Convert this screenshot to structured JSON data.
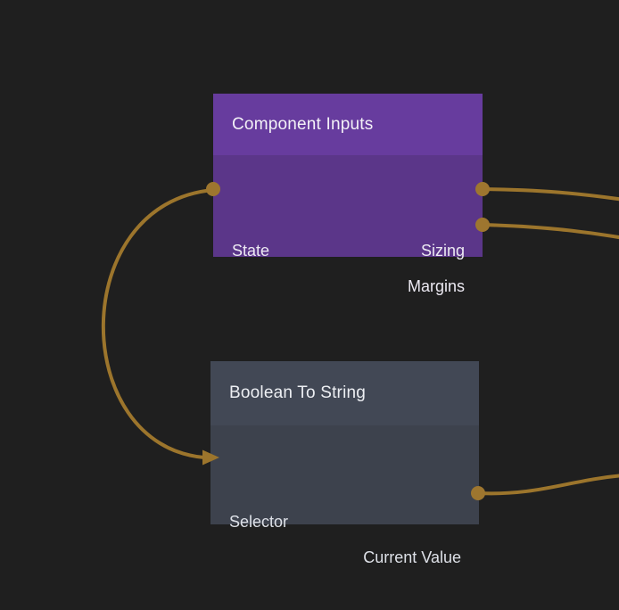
{
  "canvas": {
    "background_color": "#1f1f1f",
    "wire_color": "#9c752c",
    "port_color": "#9e762f"
  },
  "nodes": [
    {
      "id": "component-inputs",
      "title": "Component Inputs",
      "header_color": "#673c9e",
      "body_color": "#5b3689",
      "inputs": [
        {
          "label": "State"
        }
      ],
      "outputs": [
        {
          "label": "Sizing"
        },
        {
          "label": "Margins"
        }
      ]
    },
    {
      "id": "boolean-to-string",
      "title": "Boolean To String",
      "header_color": "#424855",
      "body_color": "#3d424d",
      "inputs": [
        {
          "label": "Selector"
        }
      ],
      "outputs": [
        {
          "label": "Current Value"
        }
      ]
    }
  ],
  "connections": [
    {
      "from": "Component Inputs.State",
      "to": "Boolean To String.Selector"
    },
    {
      "from": "Component Inputs.Sizing",
      "to": "off-screen-right"
    },
    {
      "from": "Component Inputs.Margins",
      "to": "off-screen-right"
    },
    {
      "from": "Boolean To String.Current Value",
      "to": "off-screen-right"
    }
  ]
}
